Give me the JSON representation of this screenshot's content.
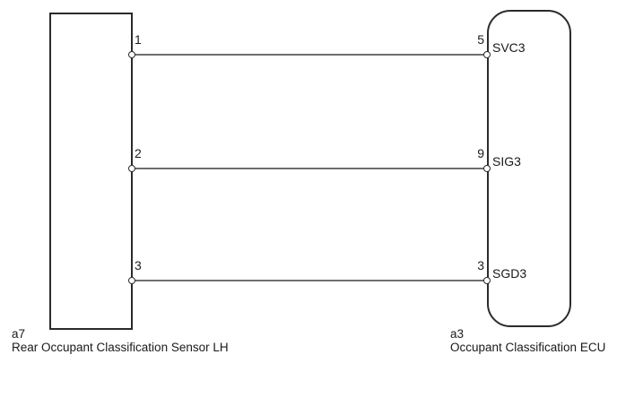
{
  "diagram": {
    "type": "wiring-diagram",
    "left_component": {
      "code": "a7",
      "label": "Rear Occupant Classification Sensor LH",
      "pins": [
        "1",
        "2",
        "3"
      ]
    },
    "right_component": {
      "code": "a3",
      "label": "Occupant Classification ECU",
      "pins": [
        "5",
        "9",
        "3"
      ],
      "signals": [
        "SVC3",
        "SIG3",
        "SGD3"
      ]
    },
    "wires": [
      {
        "from_pin": "1",
        "to_pin": "5",
        "signal": "SVC3"
      },
      {
        "from_pin": "2",
        "to_pin": "9",
        "signal": "SIG3"
      },
      {
        "from_pin": "3",
        "to_pin": "3",
        "signal": "SGD3"
      }
    ],
    "colors": {
      "background": "#ffffff",
      "outline": "#2b2b2b",
      "wire": "#6e6e6e",
      "text": "#1a1a1a"
    }
  }
}
